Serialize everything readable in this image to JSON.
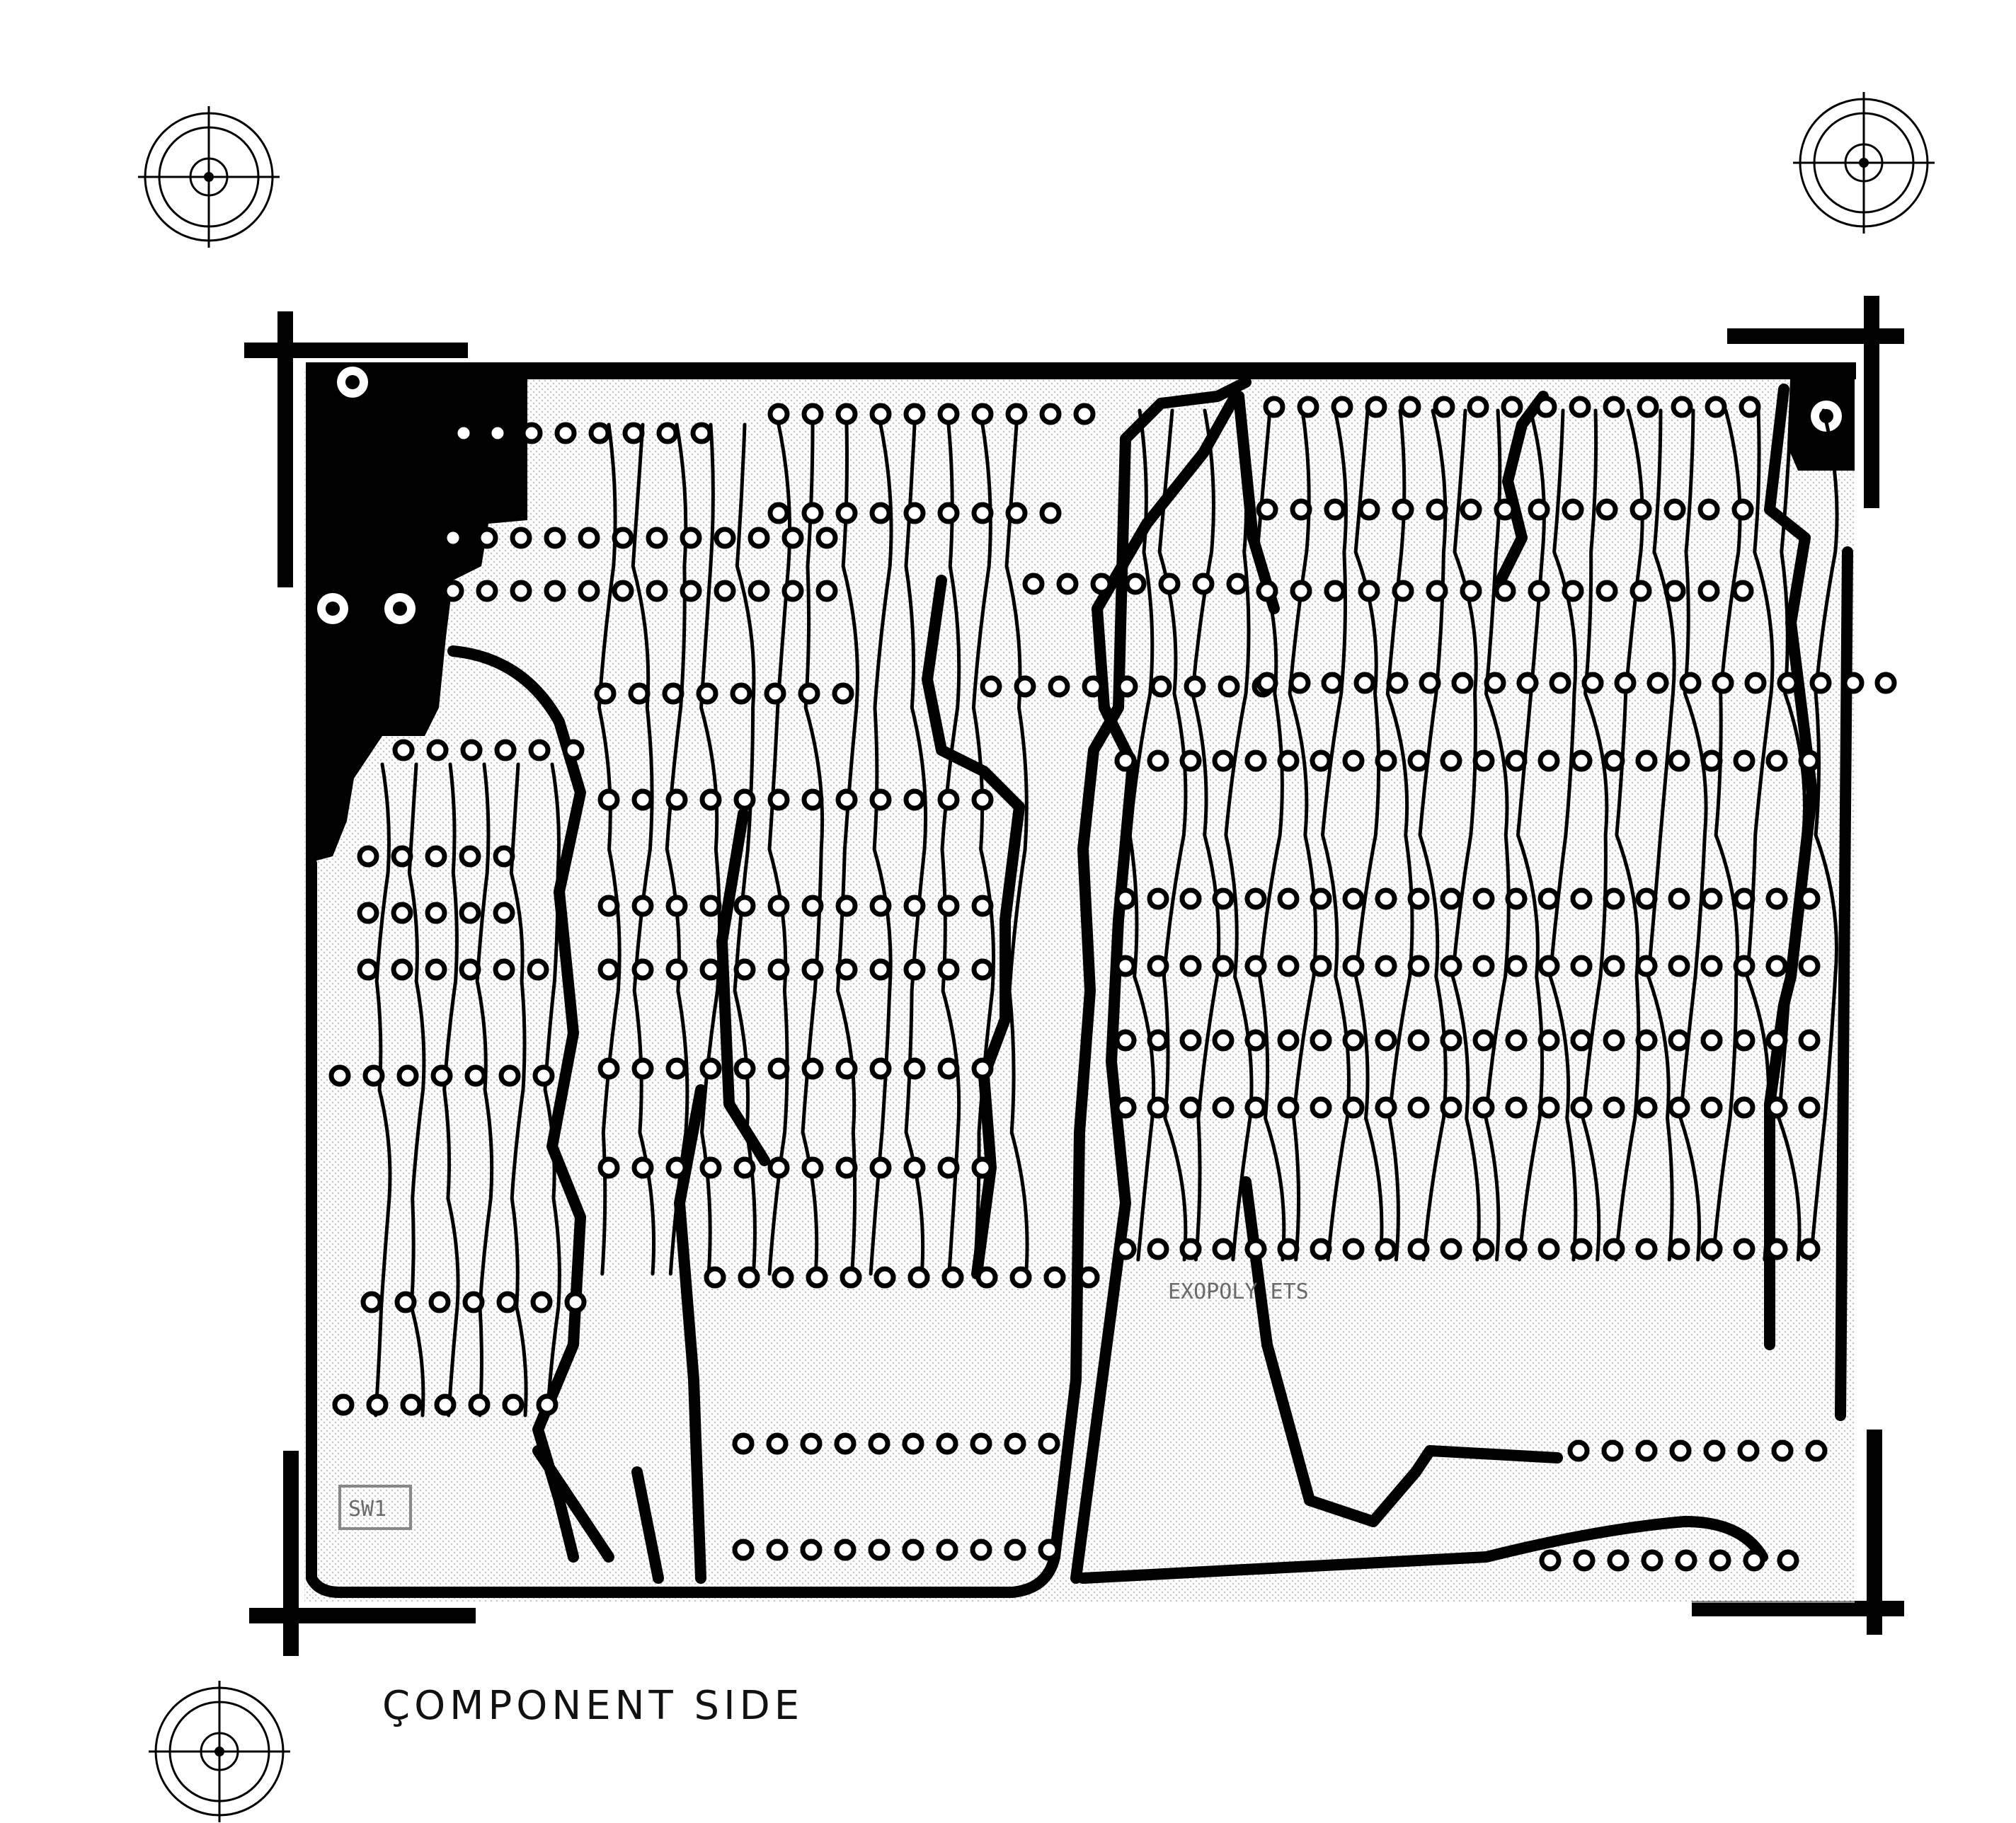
{
  "caption": "ÇOMPONENT SIDE",
  "colors": {
    "copper": "#000000",
    "paper": "#ffffff",
    "screen": "#c8c8c8"
  },
  "registration_marks": [
    "top-left",
    "top-right",
    "bottom-left"
  ],
  "crop_marks": [
    "top-left",
    "top-right",
    "bottom-left",
    "bottom-right"
  ],
  "silkscreen_labels": [
    "SW1",
    "EXOPOLY ETS"
  ]
}
